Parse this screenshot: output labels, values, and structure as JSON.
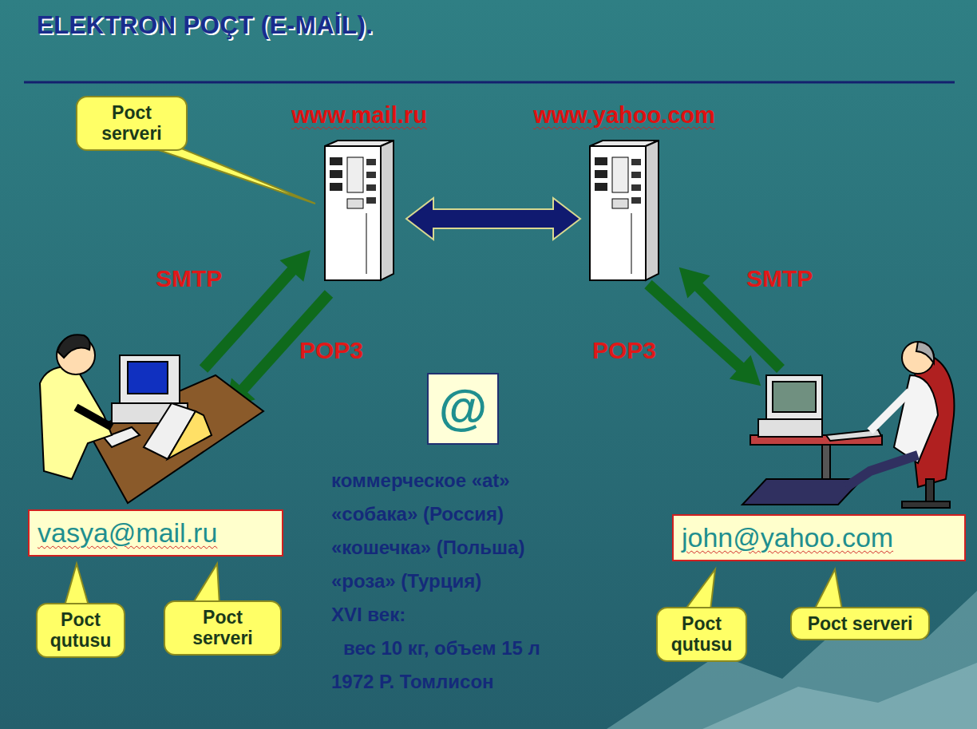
{
  "diagram": {
    "title": "ELEKTRON POÇT (E-MAİL).",
    "nodes": [
      {
        "text": [
          "Poct serveri"
        ]
      },
      {
        "text": [
          "www.mail.ru"
        ]
      },
      {
        "text": [
          "www.yahoo.com"
        ]
      },
      {
        "text": [
          "@"
        ]
      },
      {
        "text": [
          "vasya@mail.ru"
        ]
      },
      {
        "text": [
          "john@yahoo.com"
        ]
      },
      {
        "text": [
          "Poct qutusu"
        ]
      },
      {
        "text": [
          "Poct serveri"
        ]
      },
      {
        "text": [
          "Poct qutusu"
        ]
      },
      {
        "text": [
          "Poct serveri"
        ]
      }
    ],
    "edges": [
      {
        "from": 1,
        "to": 2,
        "arrow": "both"
      }
    ],
    "labels": [
      "SMTP",
      "POP3",
      "POP3",
      "SMTP",
      "коммерческое «at»",
      "«собака» (Россия)",
      "«кошечка» (Польша)",
      "«роза» (Турция)",
      "XVI век:",
      "вес 10 кг, объем 15 л",
      "1972 Р. Томлисон"
    ]
  }
}
